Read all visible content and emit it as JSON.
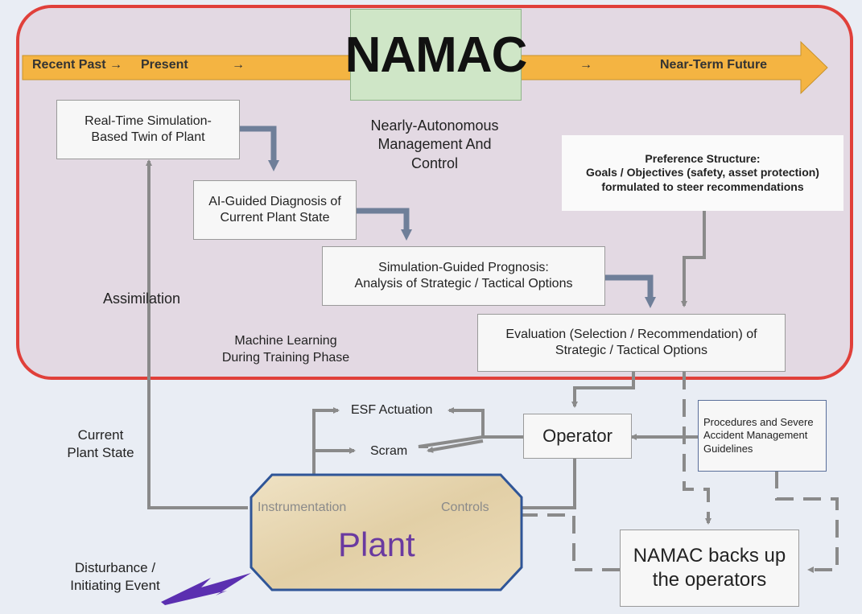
{
  "title": "NAMAC",
  "title_caption": [
    "Nearly-Autonomous",
    "Management And Control"
  ],
  "timeline": {
    "recent_past": "Recent Past →",
    "present": "Present",
    "arrow_1": "→",
    "arrow_2": "→",
    "near_term_future": "Near-Term Future"
  },
  "boxes": {
    "digital_twin": [
      "Real-Time Simulation-",
      "Based Twin of Plant"
    ],
    "diagnosis": [
      "AI-Guided Diagnosis of",
      "Current Plant State"
    ],
    "prognosis": [
      "Simulation-Guided Prognosis:",
      "Analysis of Strategic / Tactical Options"
    ],
    "evaluation": [
      "Evaluation (Selection / Recommendation) of",
      "Strategic / Tactical Options"
    ],
    "preference": [
      "Preference Structure:",
      "Goals / Objectives (safety, asset protection)",
      "formulated  to steer recommendations"
    ],
    "operator": "Operator",
    "procedures": [
      "Procedures and Severe",
      "Accident Management",
      "Guidelines"
    ],
    "backup": [
      "NAMAC backs up",
      "the operators"
    ]
  },
  "labels": {
    "assimilation": "Assimilation",
    "machine_learning": [
      "Machine Learning",
      "During Training Phase"
    ],
    "current_plant_state": [
      "Current",
      "Plant State"
    ],
    "esf_actuation": "ESF Actuation",
    "scram": "Scram",
    "disturbance": [
      "Disturbance /",
      "Initiating Event"
    ]
  },
  "plant": {
    "label": "Plant",
    "instrumentation": "Instrumentation",
    "controls": "Controls"
  },
  "colors": {
    "background": "#e9edf4",
    "namac_region_fill": "#e3d9e3",
    "namac_region_border": "#e0403a",
    "timeline_arrow": "#f4b442",
    "title_box": "#cfe6c7",
    "connector": "#8a8a8a",
    "plant_fill": "#e8d9b6",
    "plant_border": "#2f5597",
    "plant_label": "#6a3aa0",
    "lightning": "#5b2fb0"
  }
}
